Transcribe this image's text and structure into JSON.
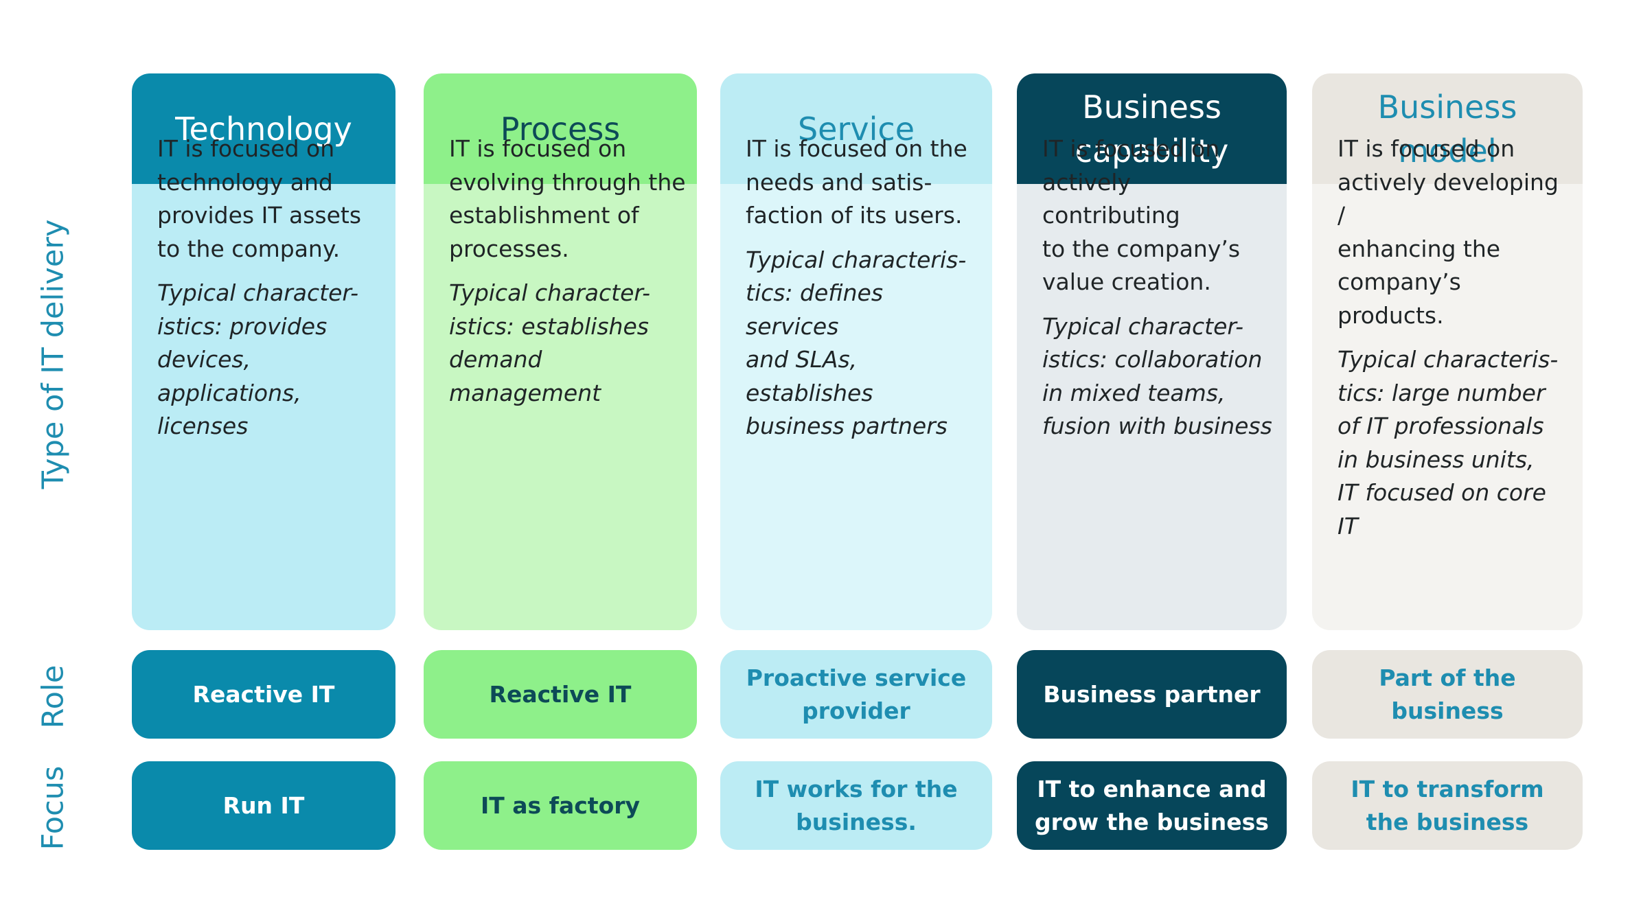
{
  "row_labels": {
    "type": "Type of IT delivery",
    "role": "Role",
    "focus": "Focus"
  },
  "columns": [
    {
      "title": "Technology",
      "description": "IT is focused on\ntechnology and\nprovides IT assets\nto the company.",
      "typical": "Typical character-\nistics: provides\ndevices, applications,\nlicenses",
      "role": "Reactive IT",
      "focus": "Run IT"
    },
    {
      "title": "Process",
      "description": "IT is focused on\nevolving through the\nestablishment of\nprocesses.",
      "typical": "Typical character-\nistics: establishes\ndemand management",
      "role": "Reactive IT",
      "focus": "IT as factory"
    },
    {
      "title": "Service",
      "description": "IT is focused on the\nneeds and satis-\nfaction of its users.",
      "typical": "Typical characteris-\ntics: defines services\nand SLAs, establishes\nbusiness partners",
      "role": "Proactive service\nprovider",
      "focus": "IT works for the\nbusiness."
    },
    {
      "title": "Business\ncapability",
      "description": "IT is focused on\nactively contributing\nto the company’s\nvalue creation.",
      "typical": "Typical character-\nistics: collaboration\nin mixed teams,\nfusion with business",
      "role": "Business partner",
      "focus": "IT to enhance and\ngrow the business"
    },
    {
      "title": "Business\nmodel",
      "description": "IT is focused on\nactively developing /\nenhancing the\ncompany’s products.",
      "typical": "Typical characteris-\ntics: large number\nof IT professionals\nin business units,\nIT focused on core IT",
      "role": "Part of the business",
      "focus": "IT to transform\nthe business"
    }
  ],
  "colors": {
    "technology": {
      "header": "#0a8aab",
      "header_text": "#ffffff",
      "body": "#bbecf5",
      "pill": "#0a8aab",
      "pill_text": "#ffffff"
    },
    "process": {
      "header": "#8ef08a",
      "header_text": "#0d4a57",
      "body": "#c8f7c2",
      "pill": "#8ef08a",
      "pill_text": "#0d4a57"
    },
    "service": {
      "header": "#bcecf4",
      "header_text": "#1e8db0",
      "body": "#dcf6fa",
      "pill": "#bcecf4",
      "pill_text": "#1e8db0"
    },
    "business_capability": {
      "header": "#06465a",
      "header_text": "#ffffff",
      "body": "#e6ebee",
      "pill": "#06465a",
      "pill_text": "#ffffff"
    },
    "business_model": {
      "header": "#e9e6e0",
      "header_text": "#1e8db0",
      "body": "#f4f3f0",
      "pill": "#e9e6e0",
      "pill_text": "#1e8db0"
    },
    "row_label": "#1e8db0"
  }
}
